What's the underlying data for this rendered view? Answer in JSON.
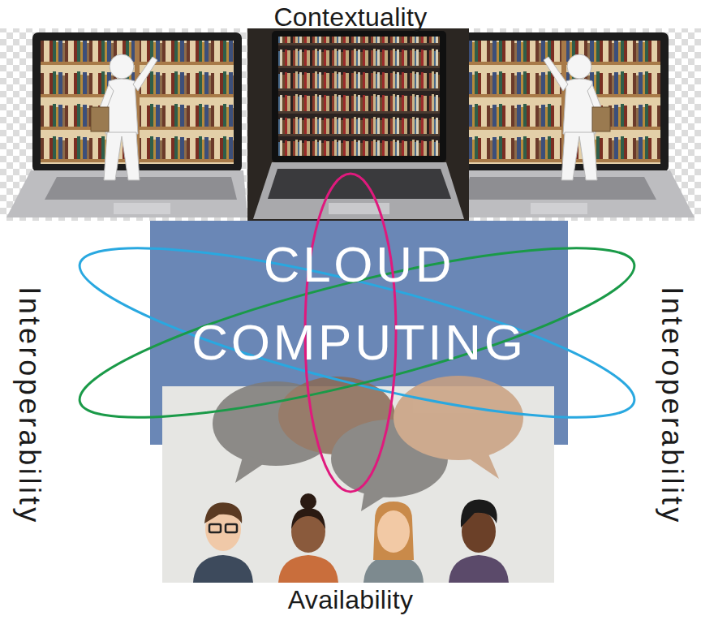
{
  "diagram": {
    "nodes": [
      {
        "text": [
          "CLOUD COMPUTING"
        ]
      }
    ],
    "labels": [
      "Contextuality",
      "Interoperability",
      "Interoperability",
      "Availability"
    ]
  }
}
